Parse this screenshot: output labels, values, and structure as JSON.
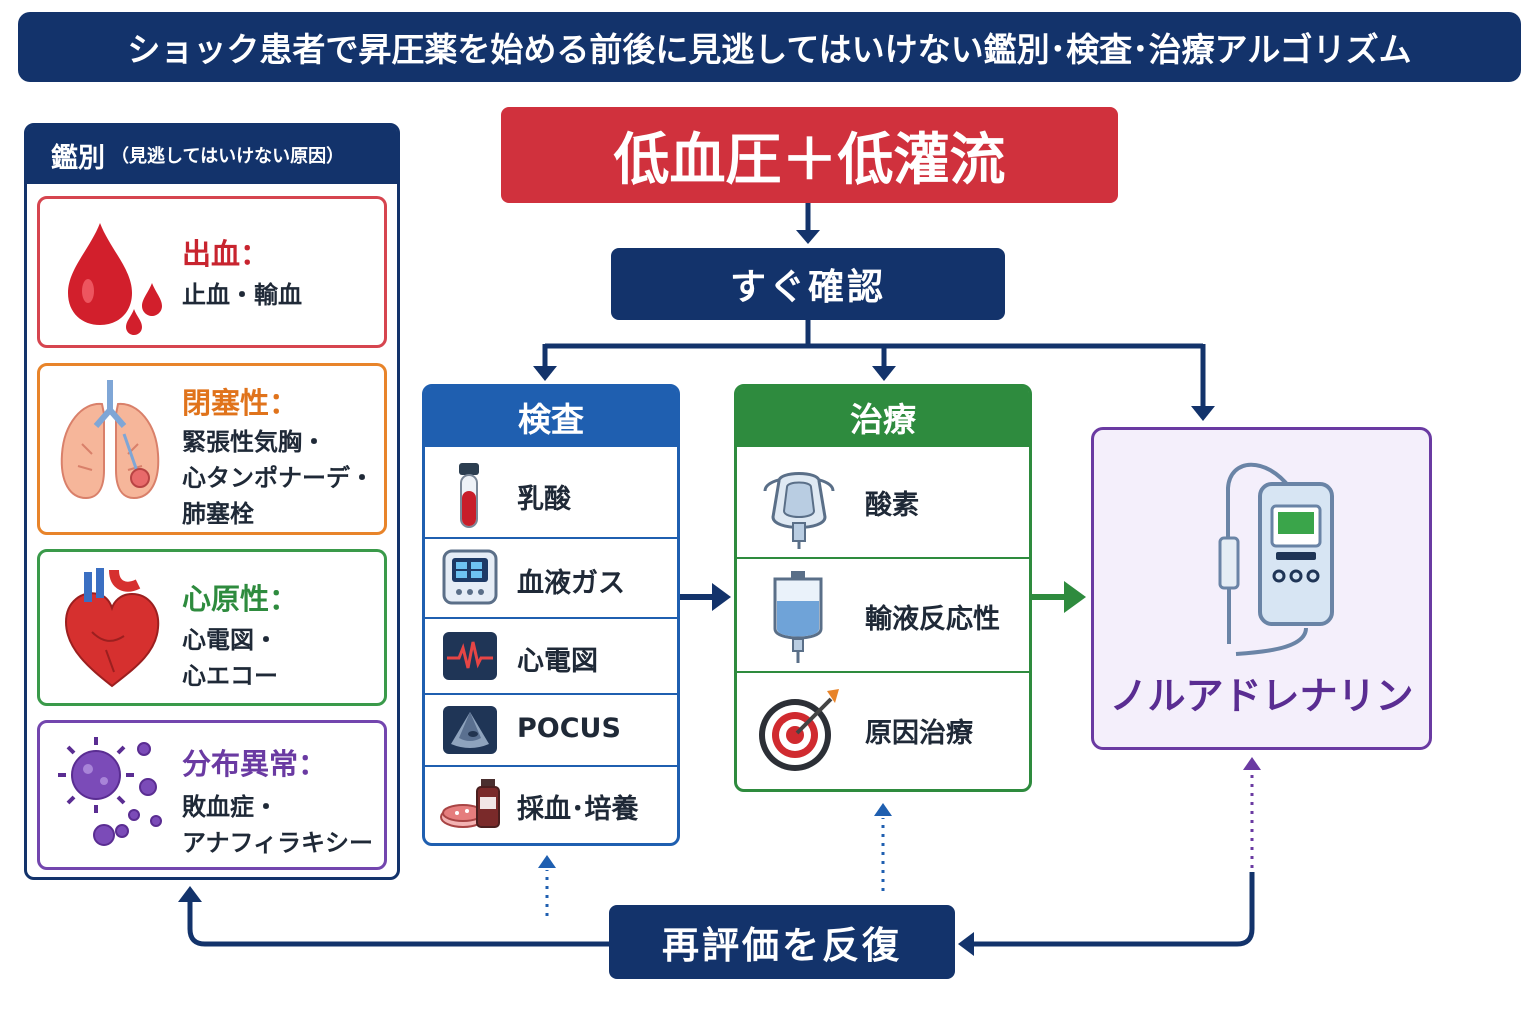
{
  "title": "ショック患者で昇圧薬を始める前後に見逃してはいけない鑑別･検査･治療アルゴリズム",
  "start_box": "低血圧＋低灌流",
  "confirm_box": "すぐ確認",
  "differential": {
    "header": "鑑別",
    "header_note": "（見逃してはいけない原因）",
    "items": [
      {
        "title": "出血：",
        "detail": "止血・輸血",
        "color": "#c8242f",
        "icon": "blood-drop-icon"
      },
      {
        "title": "閉塞性：",
        "detail": "緊張性気胸・\n心タンポナーデ・\n肺塞栓",
        "color": "#e0731b",
        "icon": "lungs-icon"
      },
      {
        "title": "心原性：",
        "detail": "心電図・\n心エコー",
        "color": "#2e8b3e",
        "icon": "heart-icon"
      },
      {
        "title": "分布異常：",
        "detail": "敗血症・\nアナフィラキシー",
        "color": "#6a3aa2",
        "icon": "bacteria-icon"
      }
    ]
  },
  "tests": {
    "header": "検査",
    "color": "#1f5fb0",
    "items": [
      {
        "label": "乳酸",
        "icon": "blood-tube-icon"
      },
      {
        "label": "血液ガス",
        "icon": "blood-gas-analyzer-icon"
      },
      {
        "label": "心電図",
        "icon": "ecg-monitor-icon"
      },
      {
        "label": "POCUS",
        "icon": "ultrasound-icon"
      },
      {
        "label": "採血･培養",
        "icon": "culture-dish-icon"
      }
    ]
  },
  "treatment": {
    "header": "治療",
    "color": "#2e8b3e",
    "items": [
      {
        "label": "酸素",
        "icon": "oxygen-mask-icon"
      },
      {
        "label": "輸液反応性",
        "icon": "iv-bag-icon"
      },
      {
        "label": "原因治療",
        "icon": "target-icon"
      }
    ]
  },
  "vasopressor": {
    "label": "ノルアドレナリン",
    "icon": "infusion-pump-icon",
    "color": "#6a3aa2"
  },
  "reassess_box": "再評価を反復",
  "colors": {
    "navy": "#13336b",
    "red": "#d0313d",
    "blue": "#1f5fb0",
    "green": "#2e8b3e",
    "purple": "#6a3aa2"
  }
}
